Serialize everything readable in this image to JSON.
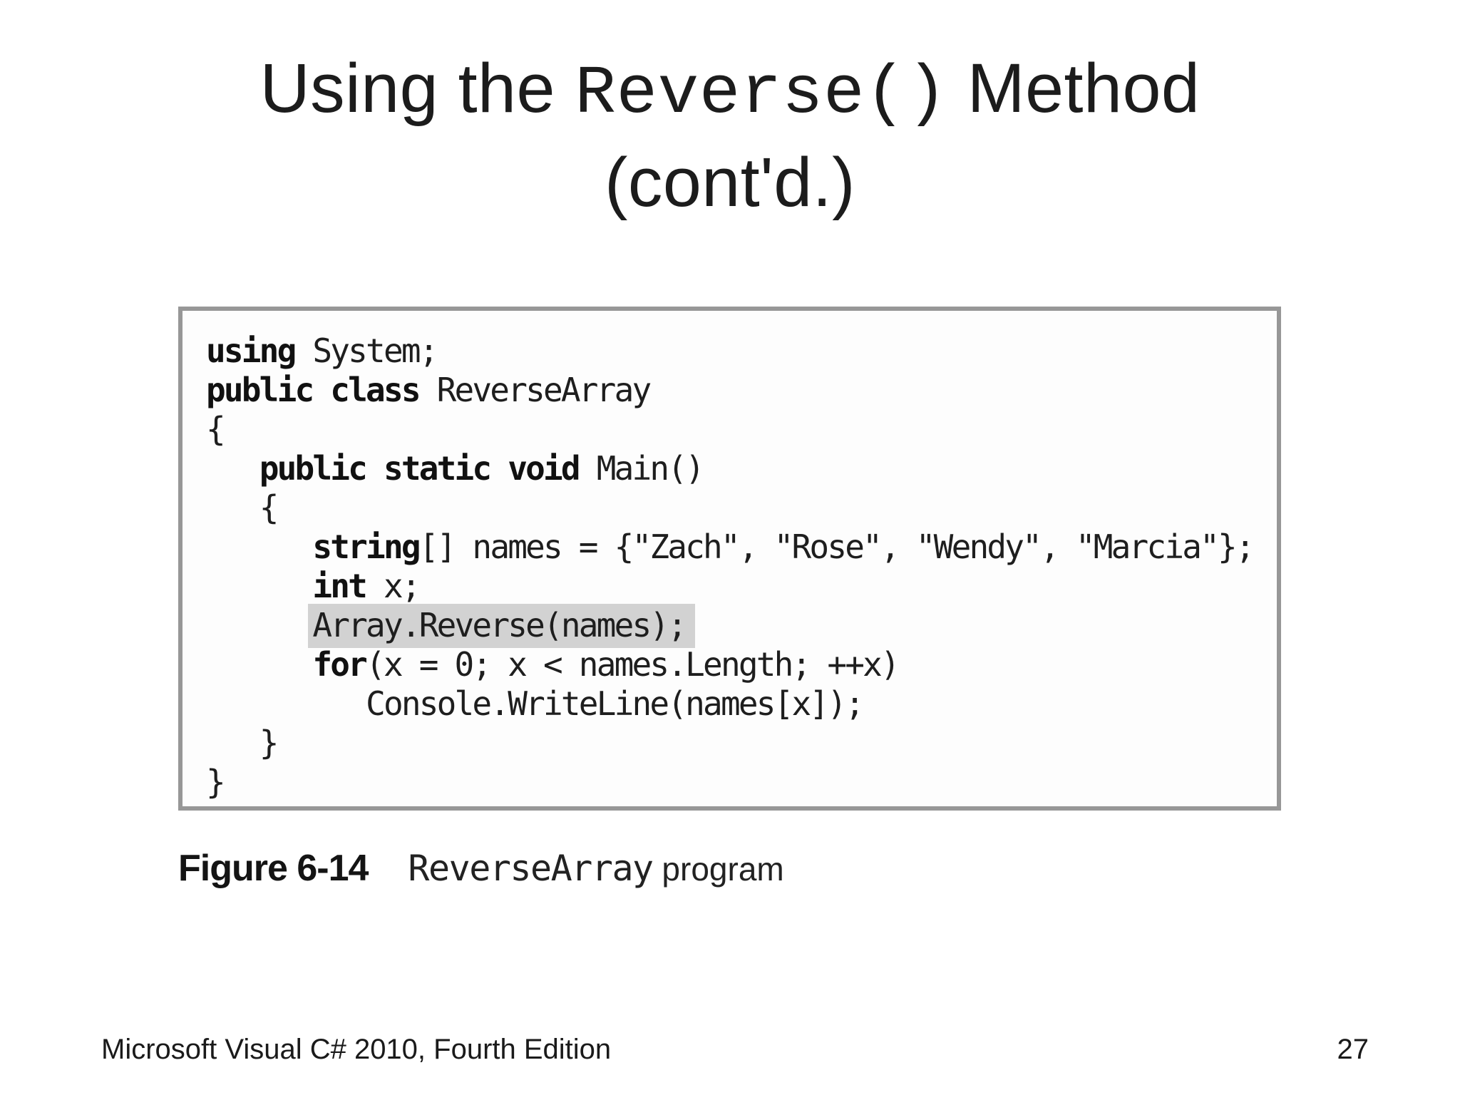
{
  "title": {
    "line1_prefix": "Using the ",
    "line1_code": "Reverse()",
    "line1_suffix": " Method",
    "line2": "(cont'd.)"
  },
  "code": {
    "border_color": "#979797",
    "highlight_color": "#d2d2d2",
    "lines": [
      {
        "indent": 0,
        "highlight": false,
        "segments": [
          {
            "text": "using",
            "bold": true
          },
          {
            "text": " System;",
            "bold": false
          }
        ]
      },
      {
        "indent": 0,
        "highlight": false,
        "segments": [
          {
            "text": "public class",
            "bold": true
          },
          {
            "text": " ReverseArray",
            "bold": false
          }
        ]
      },
      {
        "indent": 0,
        "highlight": false,
        "segments": [
          {
            "text": "{",
            "bold": false
          }
        ]
      },
      {
        "indent": 1,
        "highlight": false,
        "segments": [
          {
            "text": "public static void",
            "bold": true
          },
          {
            "text": " Main()",
            "bold": false
          }
        ]
      },
      {
        "indent": 1,
        "highlight": false,
        "segments": [
          {
            "text": "{",
            "bold": false
          }
        ]
      },
      {
        "indent": 2,
        "highlight": false,
        "segments": [
          {
            "text": "string",
            "bold": true
          },
          {
            "text": "[] names = {\"Zach\", \"Rose\", \"Wendy\", \"Marcia\"};",
            "bold": false
          }
        ]
      },
      {
        "indent": 2,
        "highlight": false,
        "segments": [
          {
            "text": "int",
            "bold": true
          },
          {
            "text": " x;",
            "bold": false
          }
        ]
      },
      {
        "indent": 2,
        "highlight": true,
        "segments": [
          {
            "text": "Array.Reverse(names);",
            "bold": false
          }
        ]
      },
      {
        "indent": 2,
        "highlight": false,
        "segments": [
          {
            "text": "for",
            "bold": true
          },
          {
            "text": "(x = 0; x < names.Length; ++x)",
            "bold": false
          }
        ]
      },
      {
        "indent": 3,
        "highlight": false,
        "segments": [
          {
            "text": "Console.WriteLine(names[x]);",
            "bold": false
          }
        ]
      },
      {
        "indent": 1,
        "highlight": false,
        "segments": [
          {
            "text": "}",
            "bold": false
          }
        ]
      },
      {
        "indent": 0,
        "highlight": false,
        "segments": [
          {
            "text": "}",
            "bold": false
          }
        ]
      }
    ]
  },
  "figure": {
    "label": "Figure 6-14",
    "caption_code": "ReverseArray",
    "caption_text": " program"
  },
  "footer": {
    "book": "Microsoft Visual C# 2010, Fourth Edition",
    "page": "27"
  }
}
